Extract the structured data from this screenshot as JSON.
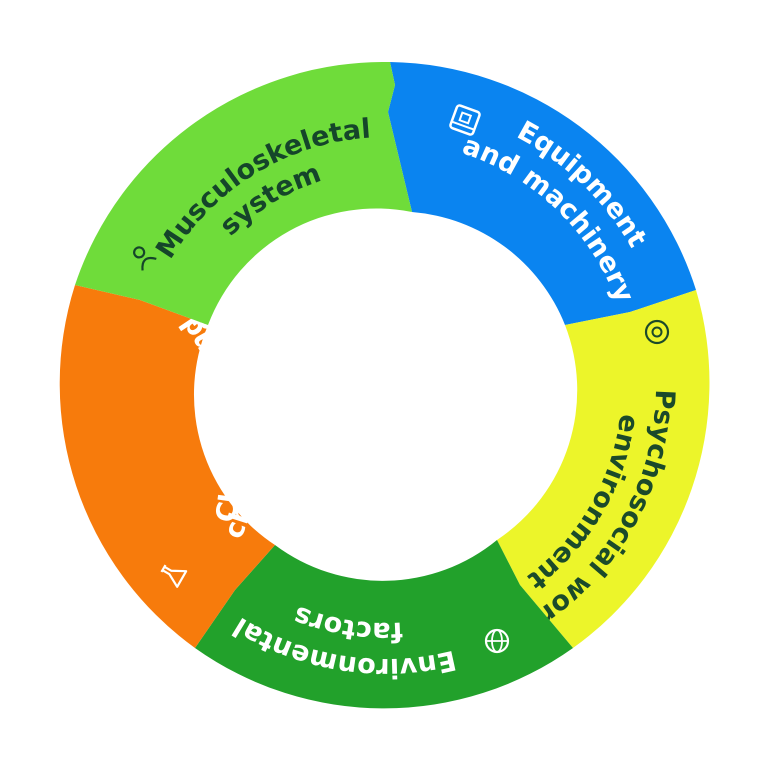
{
  "segments": [
    {
      "id": "equipment",
      "icon": "machine-icon",
      "color": "#0a84f0",
      "text_color": "#ffffff",
      "lines": [
        "Equipment",
        "and machinery"
      ]
    },
    {
      "id": "psychosocial",
      "icon": "eye-icon",
      "color": "#ecf52a",
      "text_color": "#1b4a2a",
      "lines": [
        "Psychosocial work",
        "environment"
      ]
    },
    {
      "id": "environmental",
      "icon": "globe-icon",
      "color": "#22a12b",
      "text_color": "#ffffff",
      "lines": [
        "Environmental",
        "factors"
      ]
    },
    {
      "id": "chemicals",
      "icon": "flask-icon",
      "color": "#f77b0c",
      "text_color": "#ffffff",
      "lines": [
        "Chemicals and",
        "chemical hazards"
      ]
    },
    {
      "id": "musculoskeletal",
      "icon": "person-icon",
      "color": "#6fdc3a",
      "text_color": "#15452a",
      "lines": [
        "Musculoskeletal",
        "system"
      ]
    }
  ]
}
